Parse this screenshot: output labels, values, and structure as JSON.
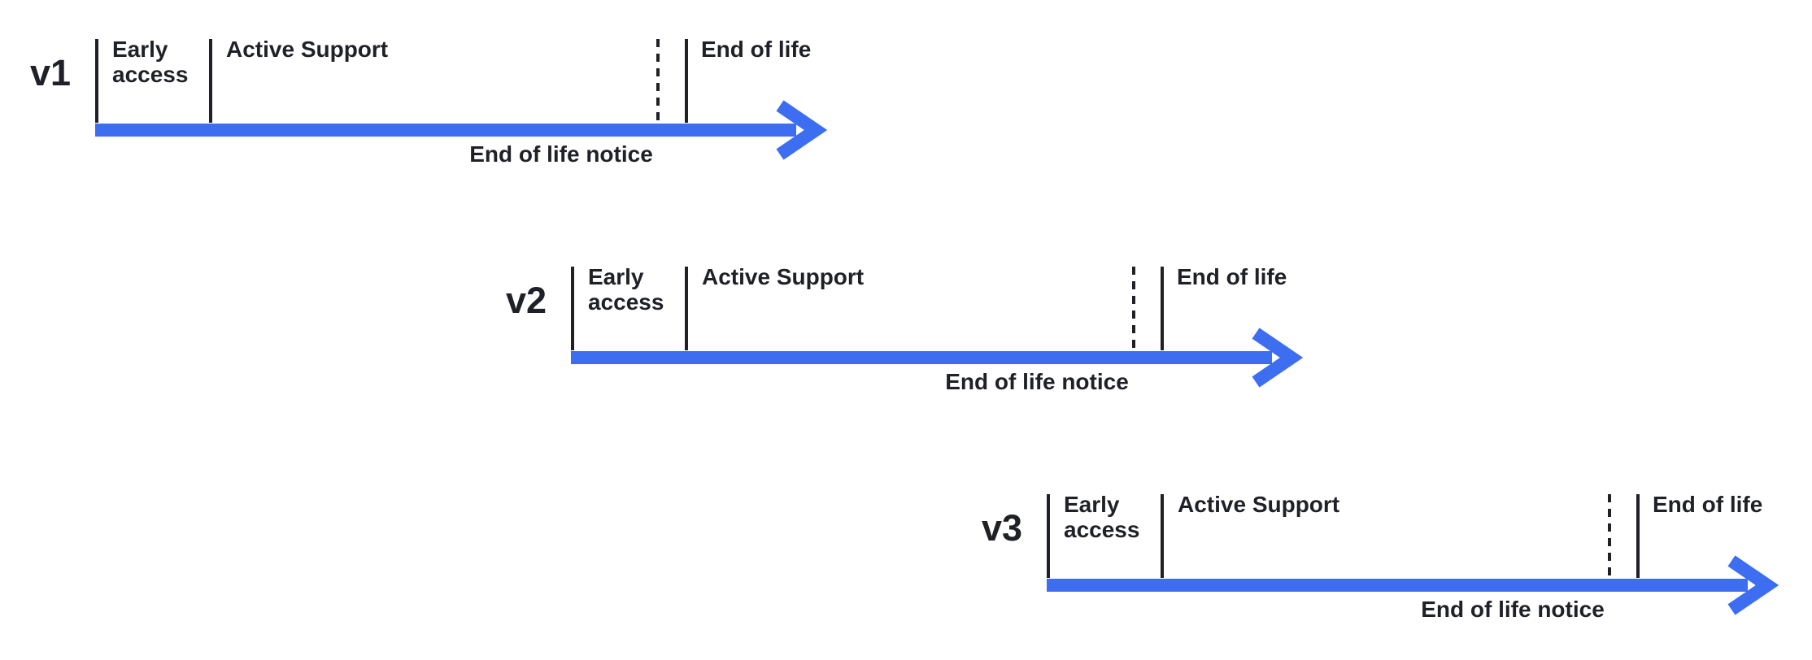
{
  "colors": {
    "accent": "#3D6EF2",
    "ink": "#1F2127",
    "background": "#FFFFFF"
  },
  "rows": [
    {
      "version": "v1",
      "early_access_label": "Early access",
      "active_support_label": "Active Support",
      "end_of_life_label": "End of life",
      "end_of_life_notice_label": "End of life notice"
    },
    {
      "version": "v2",
      "early_access_label": "Early access",
      "active_support_label": "Active Support",
      "end_of_life_label": "End of life",
      "end_of_life_notice_label": "End of life notice"
    },
    {
      "version": "v3",
      "early_access_label": "Early access",
      "active_support_label": "Active Support",
      "end_of_life_label": "End of life",
      "end_of_life_notice_label": "End of life notice"
    }
  ]
}
